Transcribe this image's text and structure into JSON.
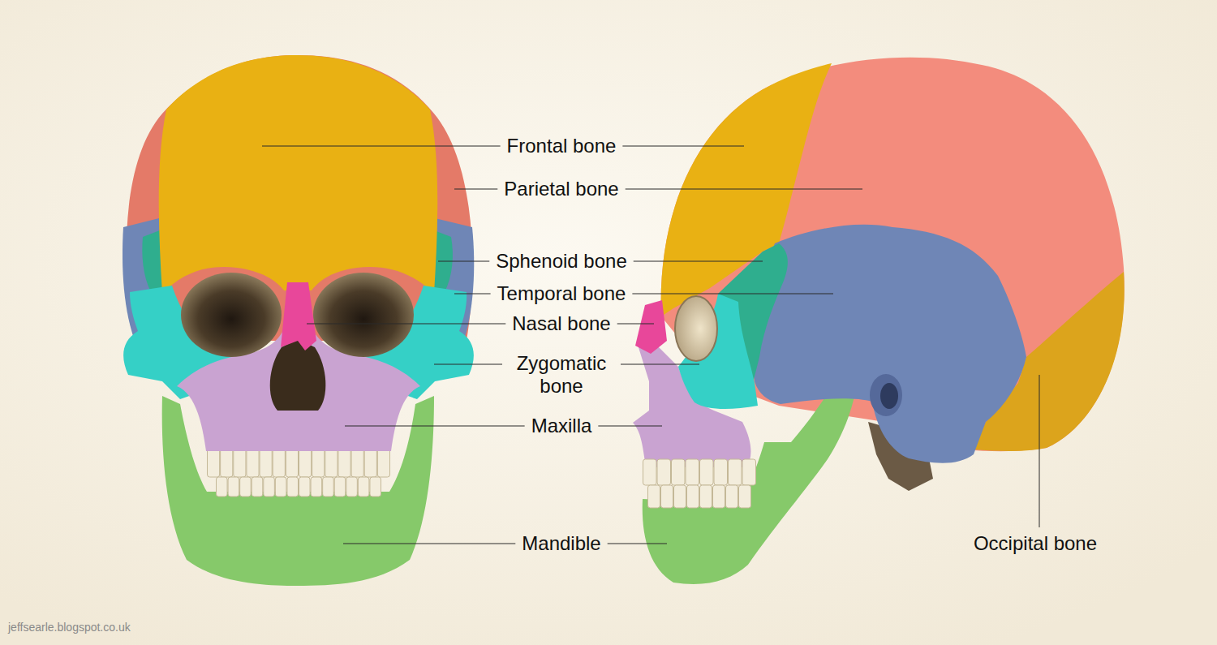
{
  "diagram": {
    "labels": [
      "Frontal bone",
      "Parietal bone",
      "Sphenoid bone",
      "Temporal bone",
      "Nasal bone",
      "Zygomatic bone",
      "Maxilla",
      "Mandible",
      "Occipital bone",
      "jeffsearle.blogspot.co.uk"
    ]
  }
}
